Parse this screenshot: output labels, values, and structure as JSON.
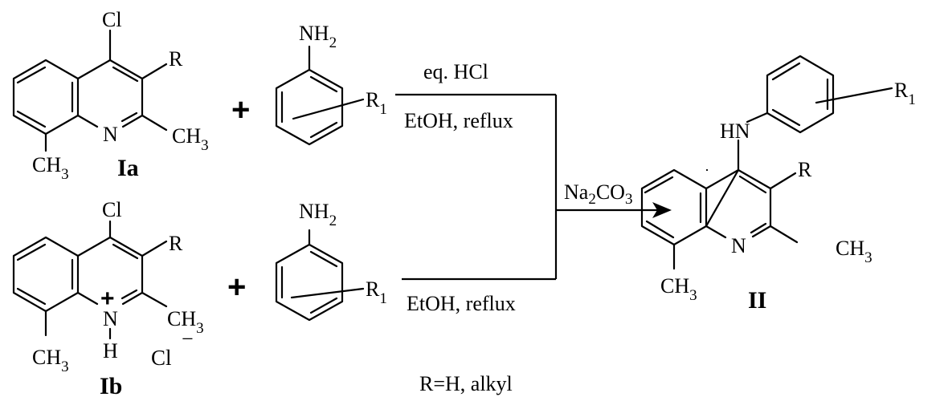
{
  "compounds": {
    "Ia": {
      "label": "Ia",
      "cl": "Cl",
      "r": "R",
      "n": "N",
      "ch3_top": "CH",
      "ch3_top_sub": "3",
      "ch3_bottom": "CH",
      "ch3_bottom_sub": "3"
    },
    "Ib": {
      "label": "Ib",
      "cl": "Cl",
      "r": "R",
      "n": "N",
      "plus": "+",
      "h": "H",
      "counter_ion": "Cl",
      "minus": "−",
      "ch3_top": "CH",
      "ch3_top_sub": "3",
      "ch3_bottom": "CH",
      "ch3_bottom_sub": "3"
    },
    "aniline_top": {
      "nh": "NH",
      "nh_sub": "2",
      "r1": "R",
      "r1_sub": "1"
    },
    "aniline_bottom": {
      "nh": "NH",
      "nh_sub": "2",
      "r1": "R",
      "r1_sub": "1"
    },
    "II": {
      "label": "II",
      "hn": "HN",
      "r": "R",
      "n": "N",
      "r1": "R",
      "r1_sub": "1",
      "ch3_top": "CH",
      "ch3_top_sub": "3",
      "ch3_bottom": "CH",
      "ch3_bottom_sub": "3"
    }
  },
  "operators": {
    "plus_top": "+",
    "plus_bottom": "+"
  },
  "conditions": {
    "top_above": "eq. HCl",
    "top_below": "EtOH, reflux",
    "bottom_below": "EtOH, reflux",
    "base": "Na",
    "base_sub1": "2",
    "base_mid": "CO",
    "base_sub2": "3"
  },
  "footnote": "R=H, alkyl"
}
